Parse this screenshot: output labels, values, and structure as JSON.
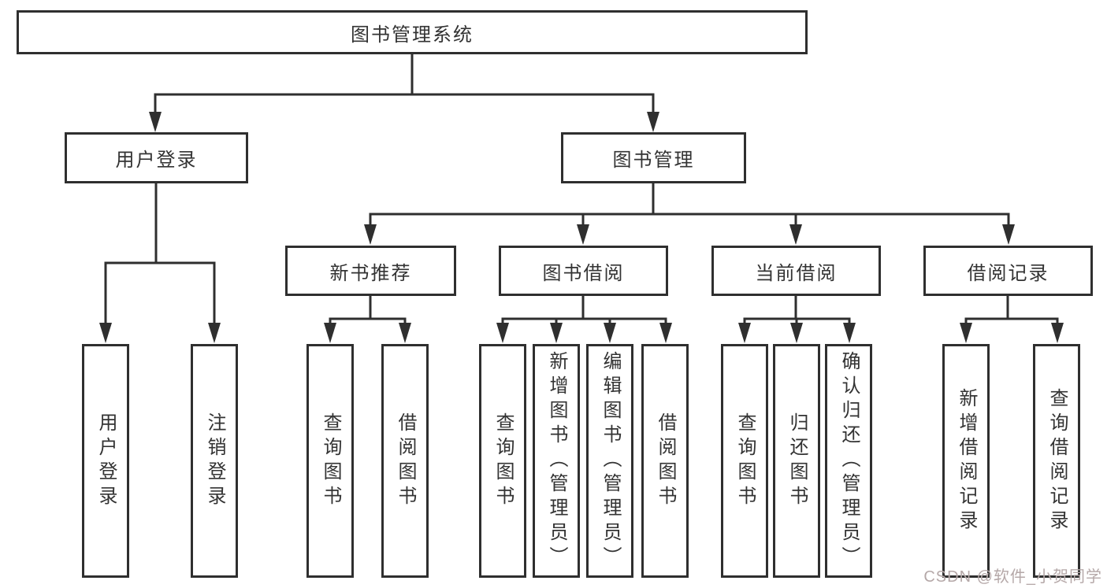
{
  "title": {
    "label": "图书管理系统"
  },
  "level2": {
    "user_login": "用户登录",
    "book_management": "图书管理"
  },
  "level3": {
    "new_book": "新书推荐",
    "book_borrow": "图书借阅",
    "current_borrow": "当前借阅",
    "borrow_record": "借阅记录"
  },
  "leaves": [
    {
      "label": "用户登录"
    },
    {
      "label": "注销登录"
    },
    {
      "label": "查询图书"
    },
    {
      "label": "借阅图书"
    },
    {
      "label": "查询图书"
    },
    {
      "label": "新增图书（管理员）"
    },
    {
      "label": "编辑图书（管理员）"
    },
    {
      "label": "借阅图书"
    },
    {
      "label": "查询图书"
    },
    {
      "label": "归还图书"
    },
    {
      "label": "确认归还（管理员）"
    },
    {
      "label": "新增借阅记录"
    },
    {
      "label": "查询借阅记录"
    }
  ],
  "watermark": {
    "text": "CSDN @软件_小贺同学"
  },
  "colors": {
    "line": "#2f2f2f",
    "text": "#333333",
    "watermark": "#b5a8a8",
    "background": "#ffffff"
  }
}
